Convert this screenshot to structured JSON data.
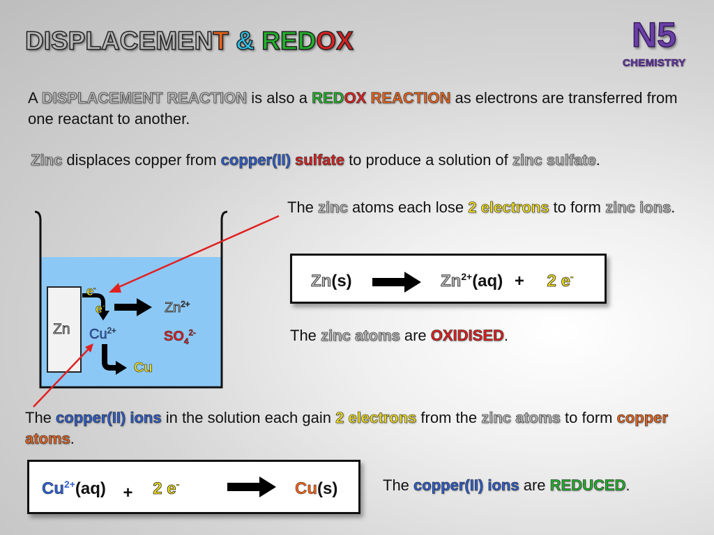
{
  "title": {
    "part1": "DISPLACEMEN",
    "part2": "T",
    "amp": "&",
    "part3": "RED",
    "part4": "OX"
  },
  "badge": {
    "n5": "N5",
    "chemistry": "CHEMISTRY"
  },
  "intro": {
    "t1": "A ",
    "k1": "DISPLACEMENT REACTION",
    "t2": " is also a ",
    "k2a": "RED",
    "k2b": "OX",
    "k3": "REACTION",
    "t3": " as electrons are transferred from one reactant to another."
  },
  "zinc_line": {
    "k1": "Zinc",
    "t1": " displaces copper from ",
    "k2": "copper(II)",
    "k3": "sulfate",
    "t2": " to produce a solution of ",
    "k4": "zinc sulfate",
    "t3": "."
  },
  "zinc_note": {
    "t1": "The ",
    "k1": "zinc",
    "t2": " atoms each lose ",
    "k2": "2 electrons",
    "t3": " to form ",
    "k3": "zinc ions",
    "t4": "."
  },
  "eq1": {
    "zn": "Zn",
    "s": "(s)",
    "zn2": "Zn",
    "zn2_charge": "2+",
    "aq": "(aq)",
    "plus": "+",
    "two_e": "2 e",
    "e_charge": "-"
  },
  "oxidised_line": {
    "t1": "The ",
    "k1": "zinc atoms",
    "t2": " are ",
    "k2": "OXIDISED",
    "t3": "."
  },
  "diagram": {
    "zn_label": "Zn",
    "e1": "e",
    "e1_charge": "-",
    "e2": "e",
    "e2_charge": "-",
    "zn_ion": "Zn",
    "zn_ion_charge": "2+",
    "cu_ion": "Cu",
    "cu_ion_charge": "2+",
    "so4": "SO",
    "so4_sub": "4",
    "so4_charge": "2-",
    "cu": "Cu"
  },
  "copper_note": {
    "t1": "The ",
    "k1": "copper(II) ions",
    "t2": " in the solution each gain ",
    "k2": "2 electrons",
    "t3": " from the ",
    "k3": "zinc atoms",
    "t4": " to form ",
    "k4": "copper atoms",
    "t5": "."
  },
  "eq2": {
    "cu2": "Cu",
    "cu2_charge": "2+",
    "aq": "(aq)",
    "plus": "+",
    "two_e": "2 e",
    "e_charge": "-",
    "cu": "Cu",
    "s": "(s)"
  },
  "reduced_line": {
    "t1": "The ",
    "k1": "copper(II) ions",
    "t2": " are ",
    "k2": "REDUCED",
    "t3": "."
  },
  "colors": {
    "blue": "#2d5fd0",
    "red": "#e02020",
    "green": "#22b02a",
    "orange": "#e8641e",
    "yellow": "#f2e01e",
    "solution": "#8cc8f5",
    "badge": "#6a3fa6"
  }
}
